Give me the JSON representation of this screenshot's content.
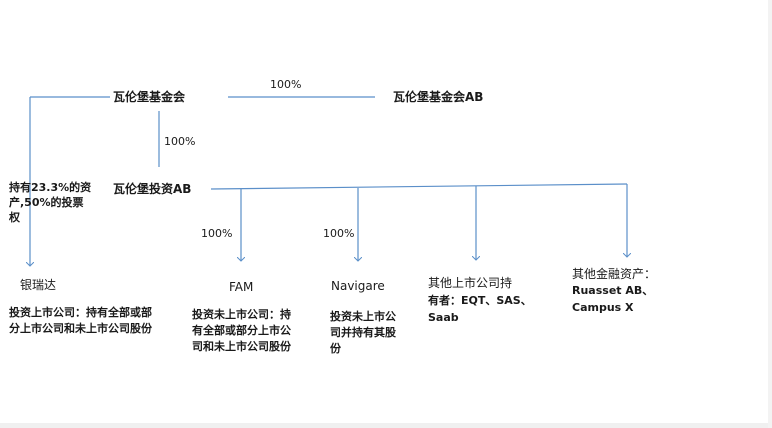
{
  "nodes": {
    "foundation": "瓦伦堡基金会",
    "foundation_ab": "瓦伦堡基金会AB",
    "investor_ab": "瓦伦堡投资AB",
    "seb": "银瑞达",
    "fam": "FAM",
    "navigare": "Navigare",
    "other_listed": [
      "其他上市公司持",
      "有者：EQT、SAS、",
      "Saab"
    ],
    "other_financial": [
      "其他金融资产：",
      "Ruasset AB、",
      "Campus X"
    ]
  },
  "edges": {
    "foundation_to_ab": "100%",
    "foundation_to_investor": "100%",
    "investor_to_fam": "100%",
    "investor_to_navigare": "100%",
    "seb_holding": [
      "持有23.3%的资",
      "产,50%的投票",
      "权"
    ]
  },
  "descriptions": {
    "seb": [
      "投资上市公司：持有全部或部",
      "分上市公司和未上市公司股份"
    ],
    "fam": [
      "投资未上市公司：持",
      "有全部或部分上市公",
      "司和未上市公司股份"
    ],
    "navigare": [
      "投资未上市公",
      "司并持有其股",
      "份"
    ]
  },
  "colors": {
    "connector": "#5b8fc9"
  }
}
